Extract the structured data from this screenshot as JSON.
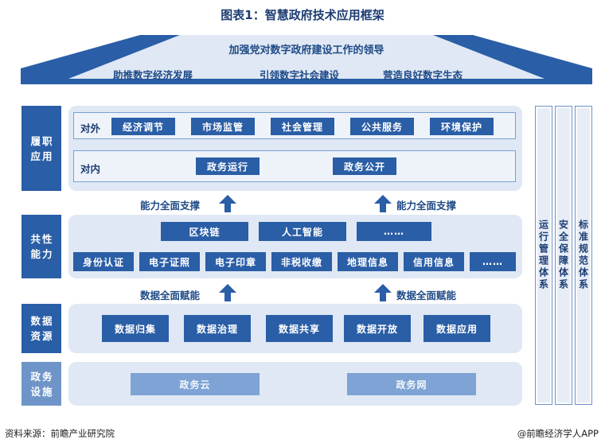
{
  "title": "图表1：智慧政府技术应用框架",
  "roof": {
    "main": "加强党对数字政府建设工作的领导",
    "goals": [
      "助推数字经济发展",
      "引领数字社会建设",
      "营造良好数字生态"
    ]
  },
  "layers": {
    "application": {
      "label": "履职\n应用",
      "external": {
        "label": "对外",
        "items": [
          "经济调节",
          "市场监管",
          "社会管理",
          "公共服务",
          "环境保护"
        ]
      },
      "internal": {
        "label": "对内",
        "items": [
          "政务运行",
          "政务公开"
        ]
      }
    },
    "common": {
      "label": "共性\n能力",
      "top_items": [
        "区块链",
        "人工智能",
        "……"
      ],
      "bottom_items": [
        "身份认证",
        "电子证照",
        "电子印章",
        "非税收缴",
        "地理信息",
        "信用信息",
        "……"
      ]
    },
    "data": {
      "label": "数据\n资源",
      "items": [
        "数据归集",
        "数据治理",
        "数据共享",
        "数据开放",
        "数据应用"
      ]
    },
    "infra": {
      "label": "政务\n设施",
      "items": [
        "政务云",
        "政务网"
      ]
    }
  },
  "arrows": {
    "support": "能力全面支撑",
    "empower": "数据全面赋能"
  },
  "pillars": [
    "运行管理体系",
    "安全保障体系",
    "标准规范体系"
  ],
  "footer": {
    "source": "资料来源：前瞻产业研究院",
    "brand": "@前瞻经济学人APP"
  },
  "colors": {
    "primary": "#2a5ea6",
    "panel": "#dfe8f4",
    "pale": "#7ea3d4"
  }
}
